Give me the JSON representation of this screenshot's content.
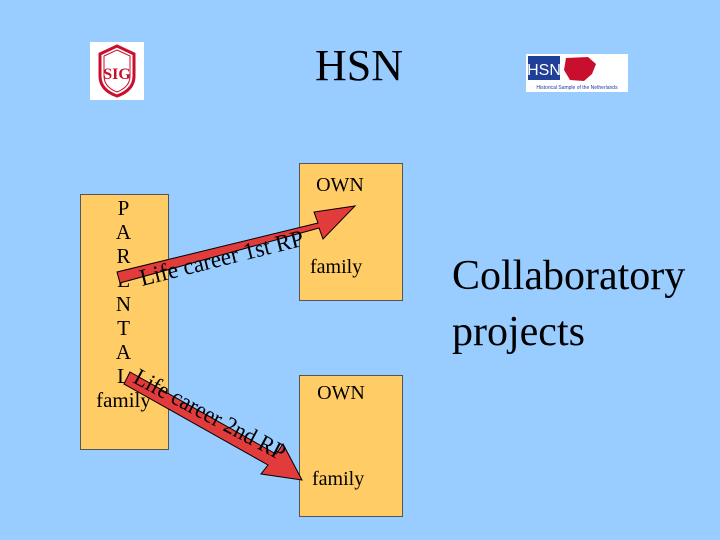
{
  "title": "HSN",
  "logos": {
    "left_monogram": "SIG",
    "right_brand": "HSN",
    "right_tagline": "Historical Sample of the Netherlands"
  },
  "parental_box": {
    "letters": [
      "P",
      "A",
      "R",
      "E",
      "N",
      "T",
      "A",
      "L"
    ],
    "word": "family"
  },
  "own_boxes": [
    {
      "label": "OWN",
      "sublabel": "family"
    },
    {
      "label": "OWN",
      "sublabel": "family"
    }
  ],
  "arrows": [
    {
      "label": "Life career 1st RP",
      "color": "#e23b3b"
    },
    {
      "label": "Life career 2nd RP",
      "color": "#e23b3b"
    }
  ],
  "side_text": [
    "Collaboratory",
    "projects"
  ],
  "colors": {
    "background": "#99ccff",
    "box_fill": "#ffcc66",
    "arrow": "#e23b3b",
    "logo_red": "#c8102e",
    "logo_blue": "#1f3f99"
  }
}
